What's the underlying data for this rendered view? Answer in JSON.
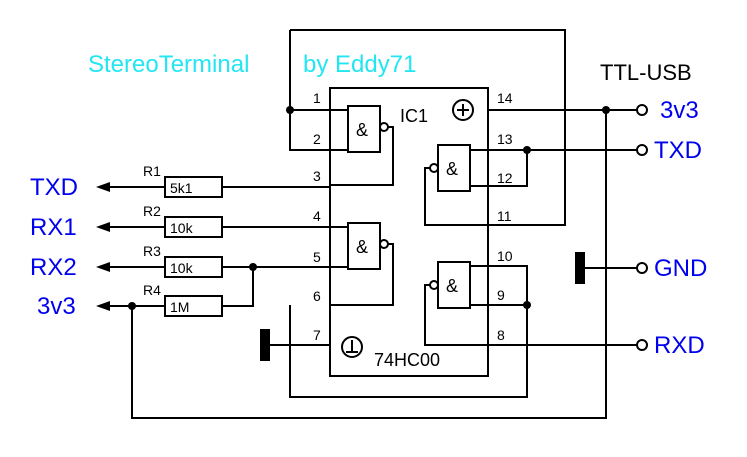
{
  "title": "StereoTerminal",
  "author": "by Eddy71",
  "connector_title": "TTL-USB",
  "ic": {
    "name": "IC1",
    "part": "74HC00",
    "gate_symbol": "&",
    "power_symbol": "+",
    "ground_symbol": "⊥",
    "pins": [
      "1",
      "2",
      "3",
      "4",
      "5",
      "6",
      "7",
      "8",
      "9",
      "10",
      "11",
      "12",
      "13",
      "14"
    ]
  },
  "resistors": [
    {
      "ref": "R1",
      "value": "5k1"
    },
    {
      "ref": "R2",
      "value": "10k"
    },
    {
      "ref": "R3",
      "value": "10k"
    },
    {
      "ref": "R4",
      "value": "1M"
    }
  ],
  "left_signals": [
    "TXD",
    "RX1",
    "RX2",
    "3v3"
  ],
  "right_signals": [
    "3v3",
    "TXD",
    "GND",
    "RXD"
  ],
  "colors": {
    "title": "#22e6f2",
    "signal": "#0000ee",
    "wire": "#000000"
  }
}
